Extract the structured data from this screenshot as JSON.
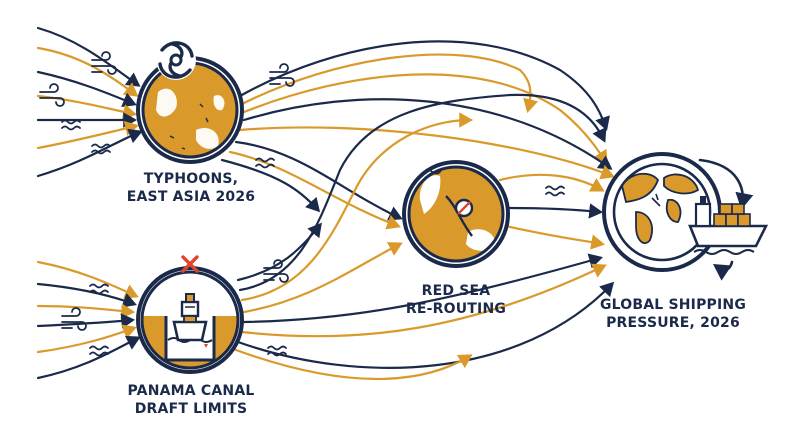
{
  "colors": {
    "navy": "#1b2a4a",
    "amber": "#d99a2b",
    "land": "#d99a2b",
    "alert": "#e0452c",
    "background": "#ffffff"
  },
  "nodes": {
    "typhoons": {
      "label_lines": [
        "TYPHOONS,",
        "EAST ASIA 2026"
      ],
      "icon": "typhoon-globe-icon"
    },
    "panama": {
      "label_lines": [
        "PANAMA CANAL",
        "DRAFT LIMITS"
      ],
      "icon": "canal-ship-icon"
    },
    "red_sea": {
      "label_lines": [
        "RED SEA",
        "RE-ROUTING"
      ],
      "icon": "red-sea-globe-icon"
    },
    "global": {
      "label_lines": [
        "GLOBAL SHIPPING",
        "PRESSURE, 2026"
      ],
      "icon": "globe-container-ship-icon"
    }
  },
  "symbols": {
    "wind": "wind-icon",
    "waves": "wave-icon",
    "blocked": "blocked-x-icon",
    "no_entry": "no-entry-icon"
  }
}
